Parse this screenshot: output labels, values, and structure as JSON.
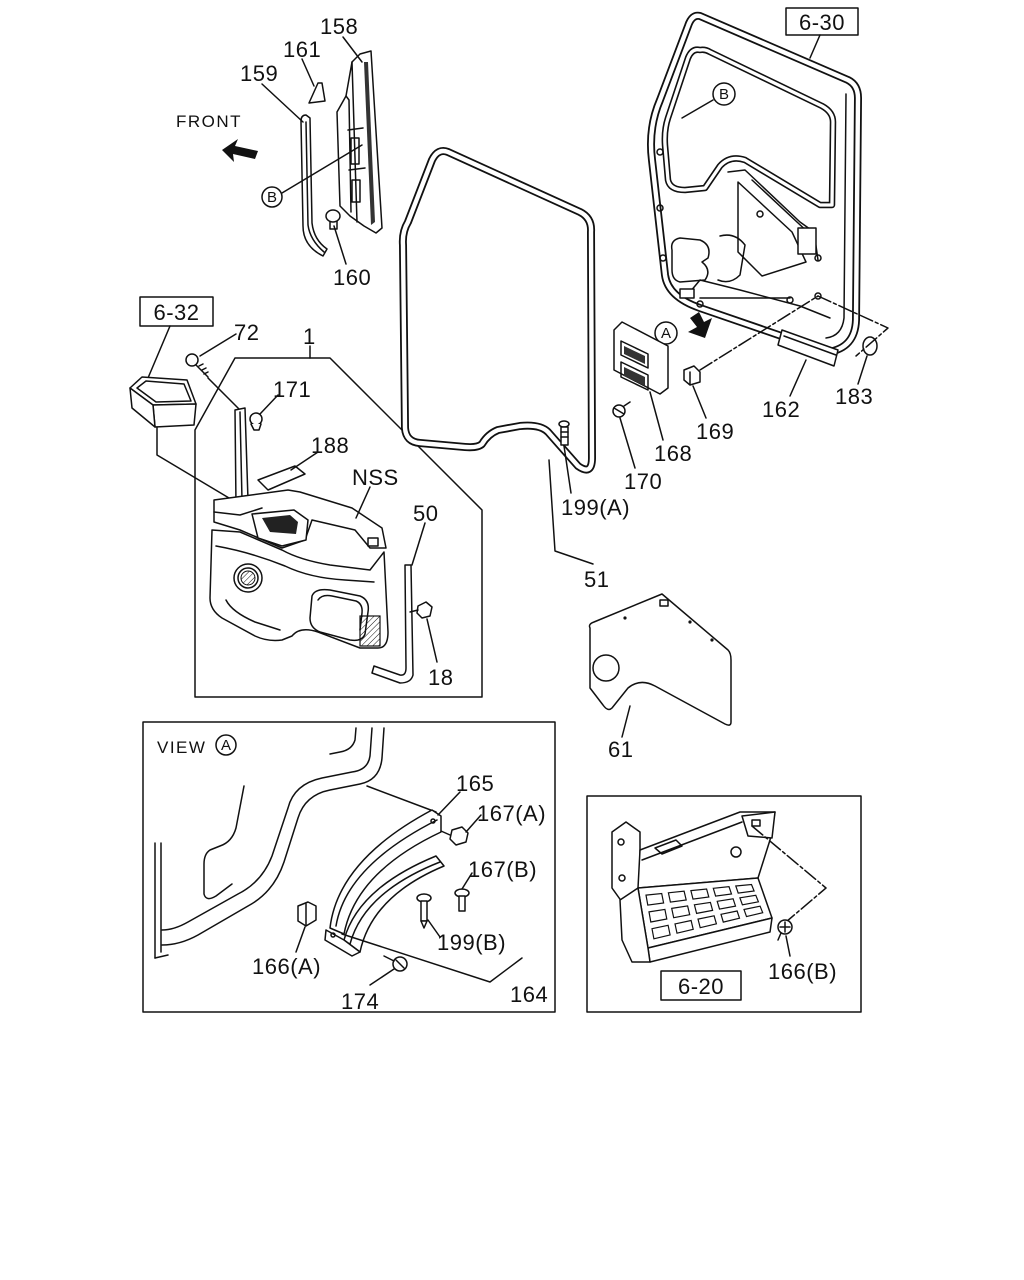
{
  "pillar": {
    "p158": "158",
    "p161": "161",
    "p159": "159",
    "front": "FRONT",
    "ref_b": "B",
    "p160": "160"
  },
  "door_trim": {
    "ref_box": "6-32",
    "p72": "72",
    "p1": "1",
    "p171": "171",
    "p188": "188",
    "nss": "NSS",
    "p50": "50",
    "p18": "18"
  },
  "door_seal": {
    "p199a": "199(A)",
    "p51": "51"
  },
  "door_panel": {
    "ref_box": "6-30",
    "ref_b": "B",
    "ref_a": "A",
    "p168": "168",
    "p169": "169",
    "p170": "170",
    "p162": "162",
    "p183": "183"
  },
  "insulator": {
    "p61": "61"
  },
  "view_a": {
    "title": "VIEW",
    "letter": "A",
    "p165": "165",
    "p167a": "167(A)",
    "p167b": "167(B)",
    "p199b": "199(B)",
    "p166a": "166(A)",
    "p174": "174",
    "p164": "164"
  },
  "step": {
    "ref_box": "6-20",
    "p166b": "166(B)"
  }
}
